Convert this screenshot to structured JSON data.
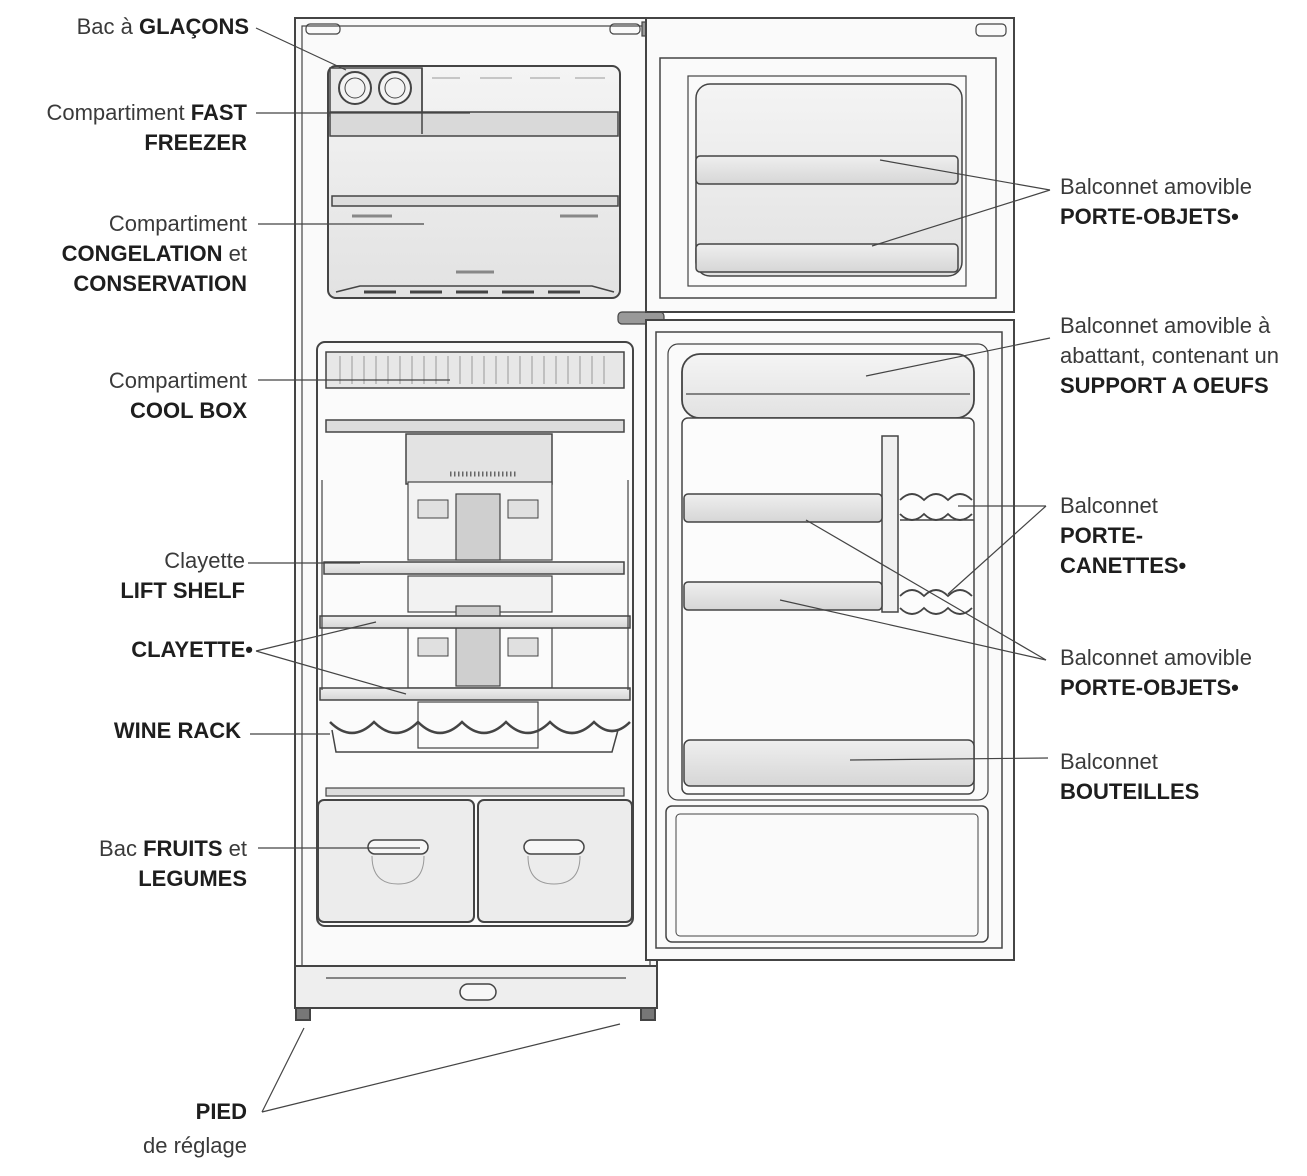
{
  "labels": {
    "glacons": {
      "pre": "Bac à ",
      "bold": "GLAÇONS"
    },
    "fast_freezer": {
      "pre": "Compartiment ",
      "bold1": "FAST",
      "bold2": "FREEZER"
    },
    "congelation": {
      "line1": "Compartiment",
      "bold": "CONGELATION",
      "post": " et",
      "line3": "CONSERVATION"
    },
    "cool_box": {
      "line1": "Compartiment",
      "bold": "COOL BOX"
    },
    "lift_shelf": {
      "line1": "Clayette",
      "bold": "LIFT SHELF"
    },
    "clayette": {
      "bold": "CLAYETTE•"
    },
    "wine_rack": {
      "bold": "WINE RACK"
    },
    "fruits": {
      "pre": "Bac ",
      "bold": "FRUITS",
      "post": " et",
      "line2": "LEGUMES"
    },
    "pied": {
      "bold": "PIED",
      "line2": "de réglage"
    },
    "porte_objets_top": {
      "line1": "Balconnet amovible",
      "bold": "PORTE-OBJETS•"
    },
    "oeufs": {
      "line1": "Balconnet amovible à",
      "line2": "abattant, contenant un",
      "bold": "SUPPORT A OEUFS"
    },
    "canettes": {
      "line1": "Balconnet",
      "bold1": "PORTE-",
      "bold2": "CANETTES•"
    },
    "porte_objets_mid": {
      "line1": "Balconnet amovible",
      "bold": "PORTE-OBJETS•"
    },
    "bouteilles": {
      "line1": "Balconnet",
      "bold": "BOUTEILLES"
    }
  }
}
